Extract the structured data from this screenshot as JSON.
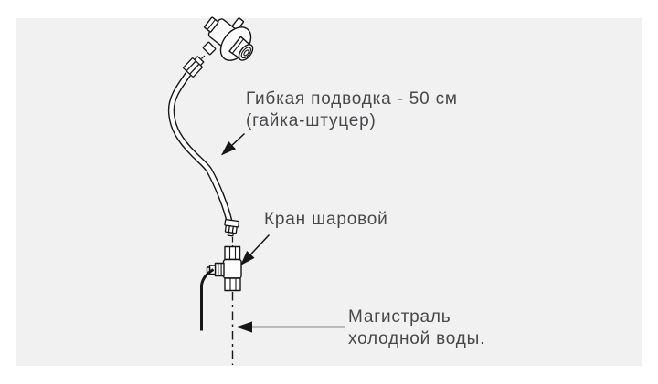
{
  "diagram": {
    "hose_label_line1": "Гибкая подводка - 50 см",
    "hose_label_line2": "(гайка-штуцер)",
    "valve_label": "Кран шаровой",
    "water_main_label_line1": "Магистраль",
    "water_main_label_line2": "холодной воды."
  },
  "colors": {
    "page_background": "#ffffff",
    "panel_background": "#f1f1f2",
    "line_art": "#161616",
    "label_text": "#46484a"
  }
}
